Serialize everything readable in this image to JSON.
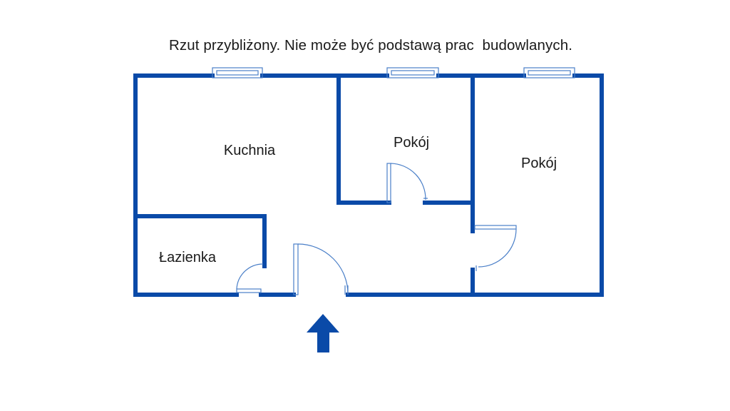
{
  "note": "Rzut przybliżony. Nie może być podstawą prac  budowlanych.",
  "rooms": {
    "kitchen": "Kuchnia",
    "room_small": "Pokój",
    "room_large": "Pokój",
    "bathroom": "Łazienka"
  },
  "colors": {
    "wall": "#0a4aa8",
    "fixture": "#4a7fc8",
    "arrow": "#0a4aa8"
  },
  "icons": {
    "entrance": "arrow-up-icon"
  }
}
